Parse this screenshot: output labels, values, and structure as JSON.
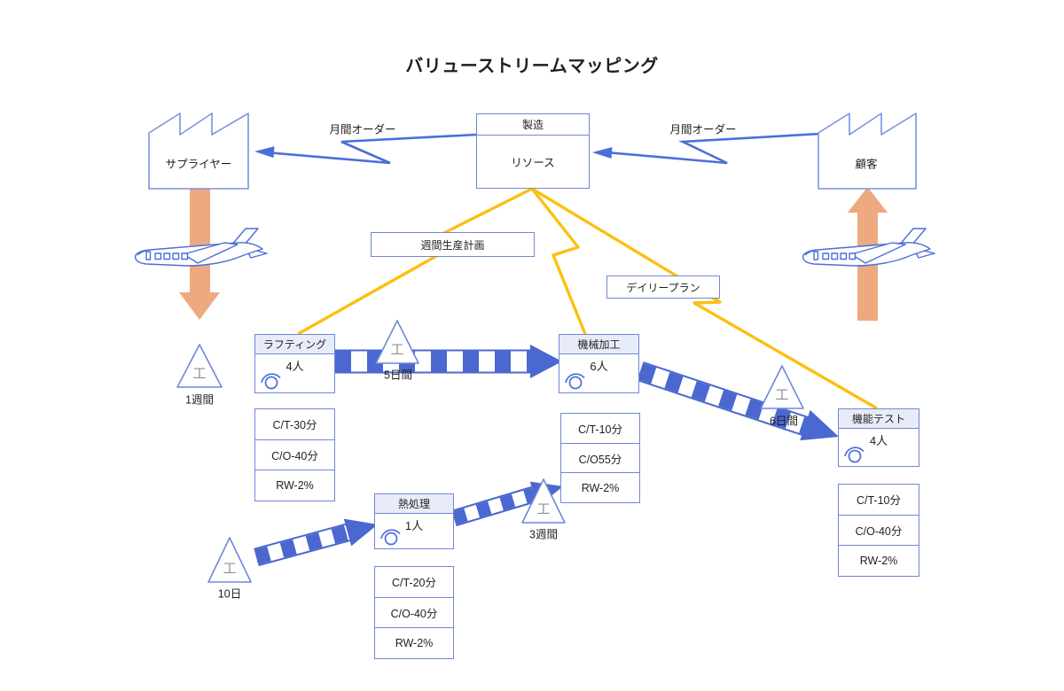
{
  "title": "バリューストリームマッピング",
  "control_box": {
    "header": "製造",
    "body": "リソース"
  },
  "supplier": {
    "label": "サプライヤー"
  },
  "customer": {
    "label": "顧客"
  },
  "orders": {
    "left_label": "月間オーダー",
    "right_label": "月間オーダー"
  },
  "plans": {
    "weekly": "週間生産計画",
    "daily": "デイリープラン"
  },
  "processes": [
    {
      "name": "ラフティング",
      "staff": "4人",
      "metrics": [
        "C/T-30分",
        "C/O-40分",
        "RW-2%"
      ]
    },
    {
      "name": "機械加工",
      "staff": "6人",
      "metrics": [
        "C/T-10分",
        "C/O55分",
        "RW-2%"
      ]
    },
    {
      "name": "熱処理",
      "staff": "1人",
      "metrics": [
        "C/T-20分",
        "C/O-40分",
        "RW-2%"
      ]
    },
    {
      "name": "機能テスト",
      "staff": "4人",
      "metrics": [
        "C/T-10分",
        "C/O-40分",
        "RW-2%"
      ]
    }
  ],
  "inventories": [
    {
      "symbol": "工",
      "label": "1週間"
    },
    {
      "symbol": "工",
      "label": "5日間"
    },
    {
      "symbol": "工",
      "label": "6日間"
    },
    {
      "symbol": "工",
      "label": "3週間"
    },
    {
      "symbol": "工",
      "label": "10日"
    }
  ],
  "colors": {
    "box_border": "#7087d8",
    "arrow_blue": "#4a6fd8",
    "stripe_blue": "#4a68cf",
    "info_yellow": "#fcc012",
    "ship_orange": "#eda980",
    "symbol_gray": "#8f8f8f",
    "header_fill": "#e8ecf9"
  }
}
